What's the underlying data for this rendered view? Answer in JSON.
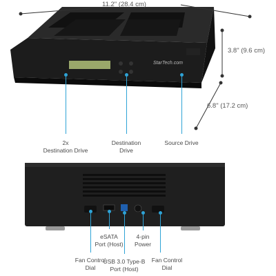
{
  "dimensions": {
    "width": "11.2\" (28.4 cm)",
    "height": "3.8\" (9.6 cm)",
    "depth": "6.8\" (17.2 cm)"
  },
  "front_labels": {
    "destination_drive_2x_line1": "2x",
    "destination_drive_2x_line2": "Destination Drive",
    "destination_drive_line1": "Destination",
    "destination_drive_line2": "Drive",
    "source_drive": "Source Drive"
  },
  "rear_labels": {
    "esata_line1": "eSATA",
    "esata_line2": "Port (Host)",
    "power_line1": "4-pin",
    "power_line2": "Power",
    "fan_left_line1": "Fan Control",
    "fan_left_line2": "Dial",
    "usb_line1": "USB 3.0 Type-B",
    "usb_line2": "Port (Host)",
    "fan_right_line1": "Fan Control",
    "fan_right_line2": "Dial"
  },
  "device": {
    "brand": "StarTech.com"
  },
  "colors": {
    "accent": "#2ea3d6",
    "device_body": "#1c1c1c",
    "lcd": "#9aa86a",
    "usb_port": "#1f5fae"
  }
}
